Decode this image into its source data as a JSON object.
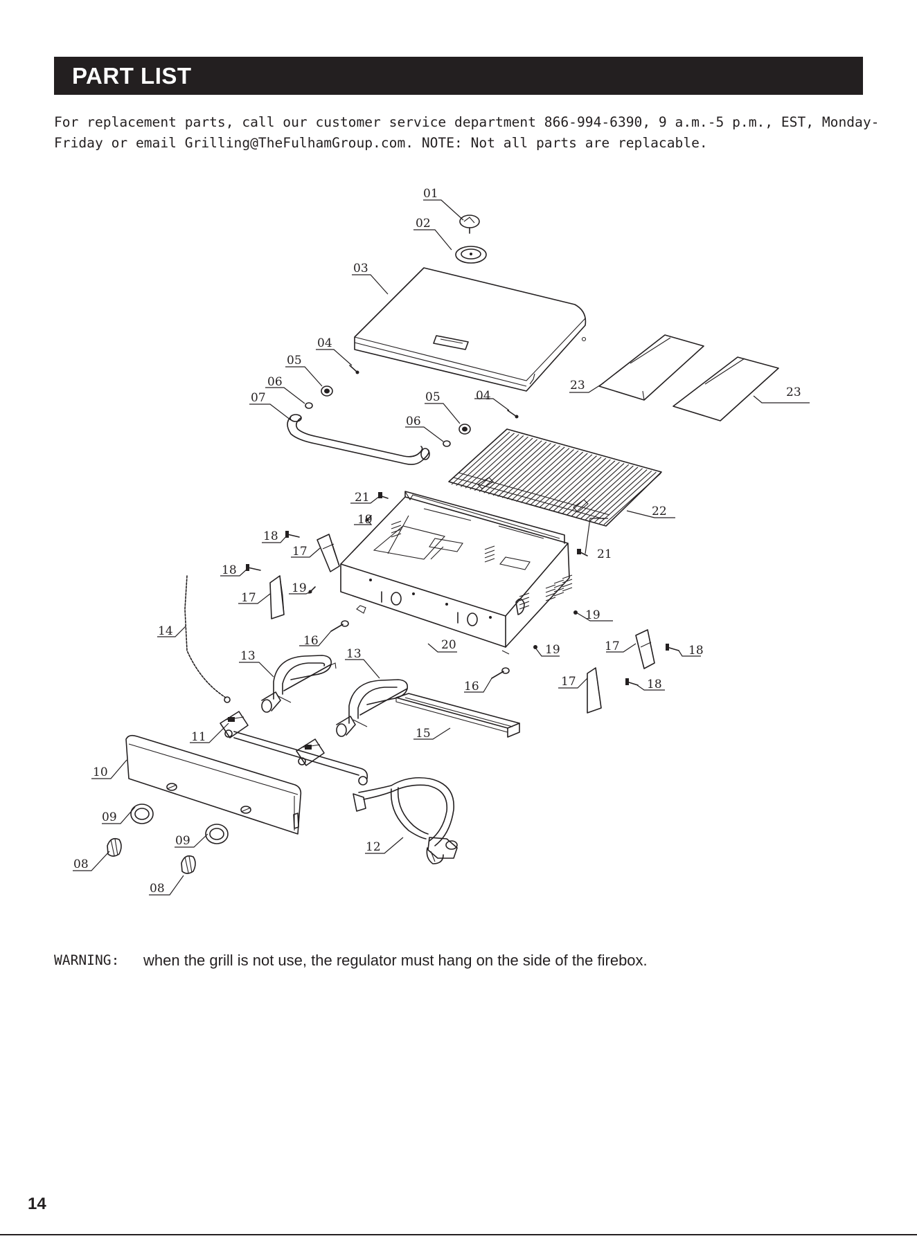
{
  "header": {
    "title": "PART LIST"
  },
  "intro": {
    "line1": "For replacement parts, call our customer service department 866-994-6390, 9 a.m.-5 p.m., EST, Monday-",
    "line2": "Friday or email Grilling@TheFulhamGroup.com. NOTE: Not all parts are replacable."
  },
  "diagram": {
    "labels": {
      "p01": "01",
      "p02": "02",
      "p03": "03",
      "p04a": "04",
      "p04b": "04",
      "p05a": "05",
      "p05b": "05",
      "p06a": "06",
      "p06b": "06",
      "p07": "07",
      "p08a": "08",
      "p08b": "08",
      "p09a": "09",
      "p09b": "09",
      "p10": "10",
      "p11": "11",
      "p12": "12",
      "p13a": "13",
      "p13b": "13",
      "p14": "14",
      "p15": "15",
      "p16a": "16",
      "p16b": "16",
      "p17a": "17",
      "p17b": "17",
      "p17c": "17",
      "p17d": "17",
      "p18a": "18",
      "p18b": "18",
      "p18c": "18",
      "p18d": "18",
      "p19a": "19",
      "p19b": "19",
      "p19c": "19",
      "p19d": "19",
      "p20": "20",
      "p21a": "21",
      "p21b": "21",
      "p22": "22",
      "p23a": "23",
      "p23b": "23"
    }
  },
  "warning": {
    "label": "WARNING:",
    "text": "when the grill is not use, the regulator must hang on the side of the firebox."
  },
  "footer": {
    "page_number": "14"
  }
}
